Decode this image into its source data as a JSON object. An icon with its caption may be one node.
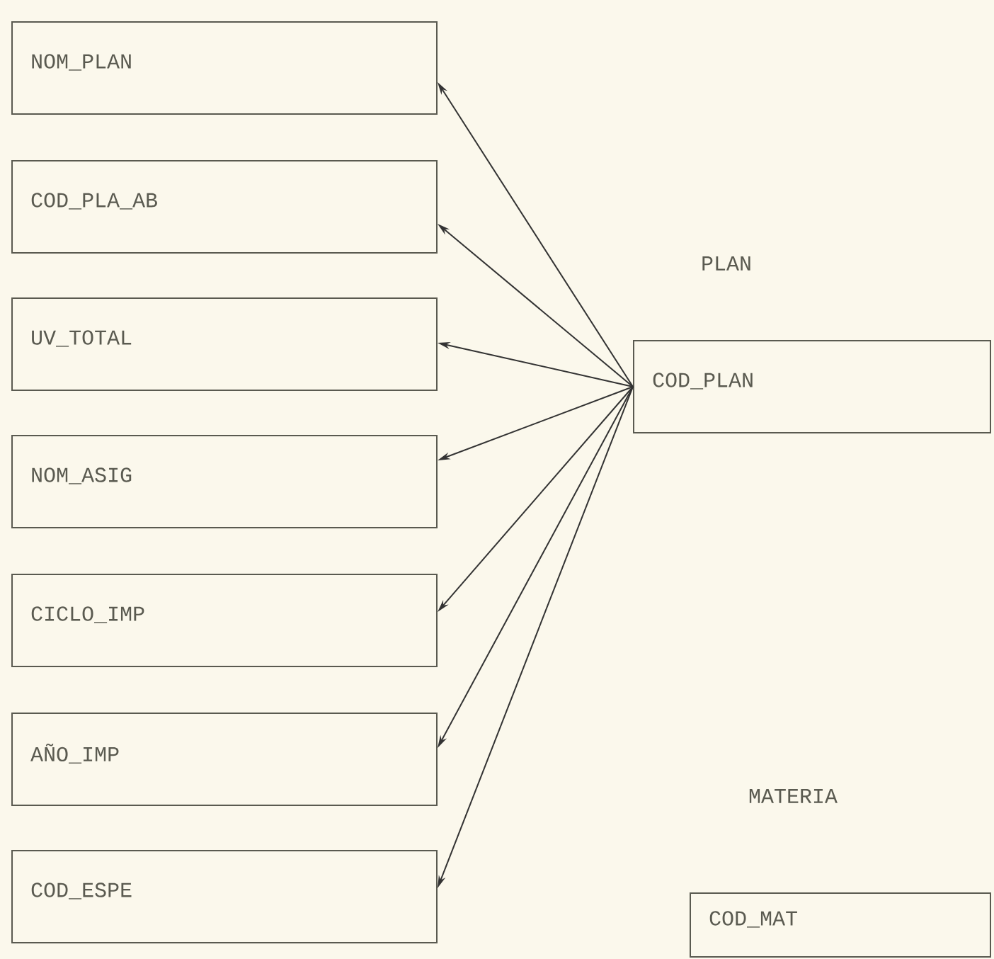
{
  "diagram": {
    "nodes": [
      {
        "text": [
          "NOM_PLAN"
        ]
      },
      {
        "text": [
          "COD_PLA_AB"
        ]
      },
      {
        "text": [
          "UV_TOTAL"
        ]
      },
      {
        "text": [
          "NOM_ASIG"
        ]
      },
      {
        "text": [
          "CICLO_IMP"
        ]
      },
      {
        "text": [
          "AÑO_IMP"
        ]
      },
      {
        "text": [
          "COD_ESPE"
        ]
      },
      {
        "text": [
          "COD_PLAN"
        ]
      },
      {
        "text": [
          "COD_MAT"
        ]
      }
    ],
    "edges": [
      {
        "from": 7,
        "to": 0,
        "arrow": "to"
      },
      {
        "from": 7,
        "to": 1,
        "arrow": "to"
      },
      {
        "from": 7,
        "to": 2,
        "arrow": "to"
      },
      {
        "from": 7,
        "to": 3,
        "arrow": "to"
      },
      {
        "from": 7,
        "to": 4,
        "arrow": "to"
      },
      {
        "from": 7,
        "to": 5,
        "arrow": "to"
      },
      {
        "from": 7,
        "to": 6,
        "arrow": "to"
      }
    ],
    "labels": [
      "PLAN",
      "MATERIA"
    ]
  }
}
